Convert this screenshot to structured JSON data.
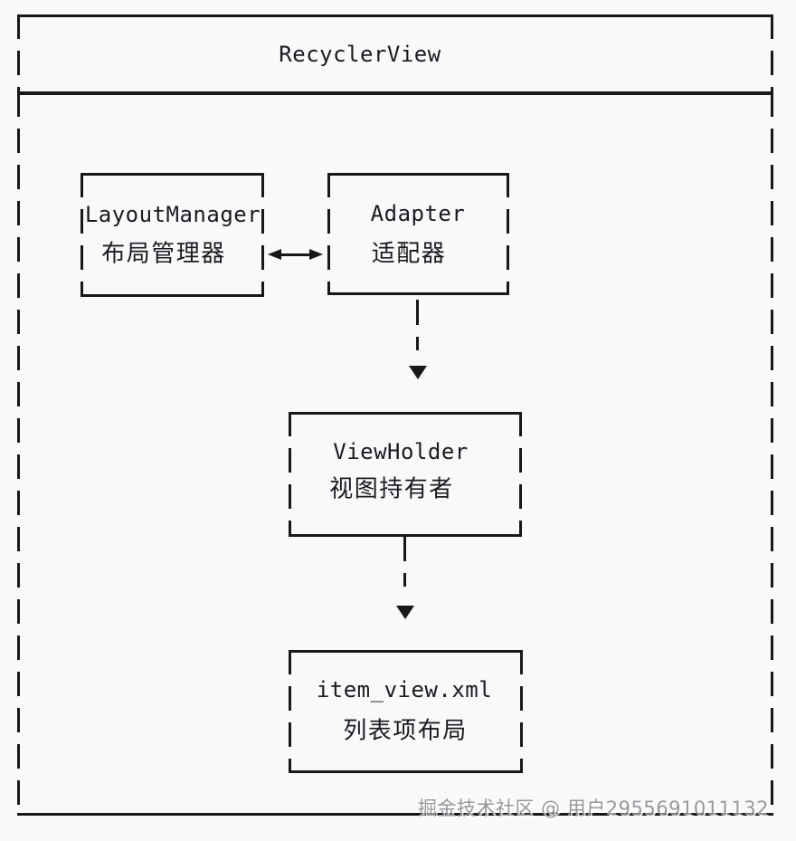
{
  "page": {
    "background": "#f8f9fb",
    "line_color": "#17181a",
    "text_color": "#1a1b1e"
  },
  "diagram": {
    "title": "RecyclerView",
    "nodes": [
      {
        "id": "layout-manager",
        "name": "LayoutManager",
        "label_zh": "布局管理器"
      },
      {
        "id": "adapter",
        "name": "Adapter",
        "label_zh": "适配器"
      },
      {
        "id": "view-holder",
        "name": "ViewHolder",
        "label_zh": "视图持有者"
      },
      {
        "id": "item-view",
        "name": "item_view.xml",
        "label_zh": "列表项布局"
      }
    ],
    "edges": [
      {
        "from": "LayoutManager",
        "to": "Adapter",
        "type": "bidirectional-horizontal"
      },
      {
        "from": "Adapter",
        "to": "ViewHolder",
        "type": "arrow-down"
      },
      {
        "from": "ViewHolder",
        "to": "item_view.xml",
        "type": "arrow-down"
      }
    ]
  },
  "watermark": {
    "text": "掘金技术社区 @ 用户2955691011132",
    "color": "#98989c"
  }
}
